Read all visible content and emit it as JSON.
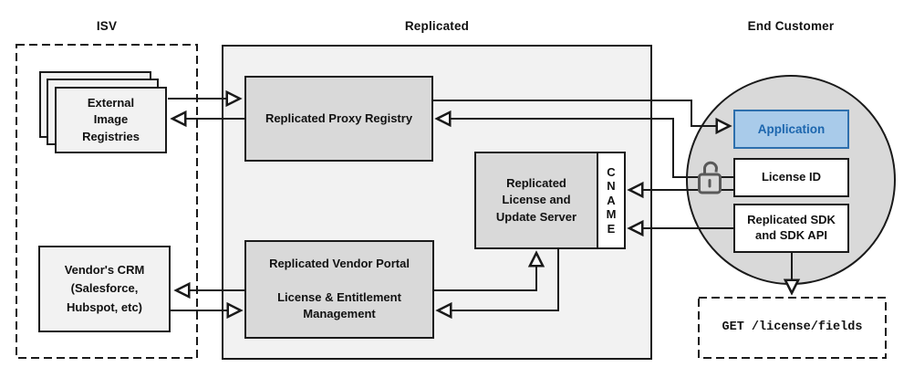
{
  "sections": {
    "isv": {
      "label": "ISV"
    },
    "replicated": {
      "label": "Replicated"
    },
    "end_customer": {
      "label": "End Customer"
    }
  },
  "nodes": {
    "registries": {
      "label": "External\nImage\nRegistries"
    },
    "crm": {
      "label": "Vendor's CRM\n(Salesforce,\nHubspot, etc)"
    },
    "proxy": {
      "label": "Replicated Proxy Registry"
    },
    "server": {
      "label": "Replicated\nLicense and\nUpdate Server"
    },
    "cname": {
      "label": "C\nN\nA\nM\nE"
    },
    "portal": {
      "label": "Replicated Vendor Portal\n\nLicense & Entitlement\nManagement"
    },
    "application": {
      "label": "Application"
    },
    "license_id": {
      "label": "License ID"
    },
    "sdk": {
      "label": "Replicated SDK\nand SDK API"
    },
    "get_endpoint": {
      "label": "GET /license/fields"
    }
  },
  "icons": {
    "unlock_icon": "open-padlock"
  },
  "colors": {
    "accent_fill": "#a9cbea",
    "accent_border": "#2d6fad",
    "accent_text": "#1c66ae",
    "box_gray": "#d9d9d9",
    "panel_gray": "#f2f2f2",
    "line_black": "#1a1a1a",
    "lock_gray": "#595959"
  },
  "edges": [
    {
      "from": "registries",
      "to": "proxy"
    },
    {
      "from": "proxy",
      "to": "registries"
    },
    {
      "from": "proxy",
      "to": "application"
    },
    {
      "from": "license_id",
      "to": "proxy"
    },
    {
      "from": "license_id",
      "to": "cname"
    },
    {
      "from": "sdk",
      "to": "cname"
    },
    {
      "from": "portal",
      "to": "server"
    },
    {
      "from": "server",
      "to": "portal"
    },
    {
      "from": "portal",
      "to": "crm"
    },
    {
      "from": "crm",
      "to": "portal"
    },
    {
      "from": "sdk",
      "to": "get_endpoint"
    }
  ]
}
